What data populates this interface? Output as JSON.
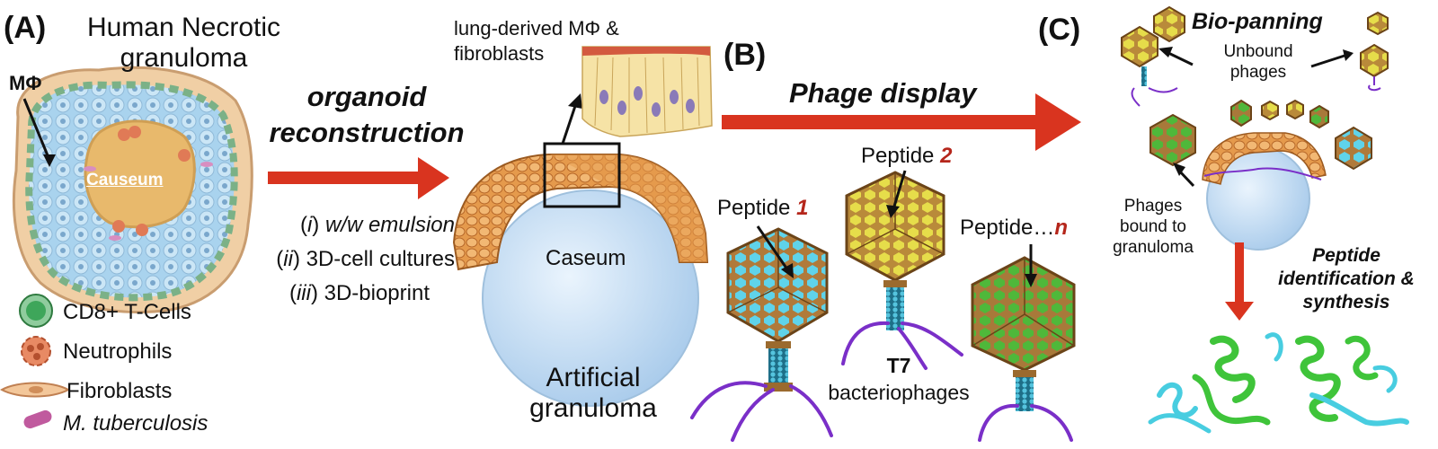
{
  "panel_a": {
    "label": "(A)",
    "title_line1": "Human Necrotic",
    "title_line2": "granuloma",
    "mphi_label": "MΦ",
    "causeum_label": "Causeum",
    "legend": [
      {
        "name": "CD8+ T-Cells",
        "icon": "cd8-t-cell-icon"
      },
      {
        "name": "Neutrophils",
        "icon": "neutrophil-icon"
      },
      {
        "name": "Fibroblasts",
        "icon": "fibroblast-icon"
      },
      {
        "name": "M. tuberculosis",
        "icon": "m-tuberculosis-icon"
      }
    ]
  },
  "arrow_organoid": {
    "line1": "organoid",
    "line2": "reconstruction",
    "methods": [
      {
        "num": "i",
        "text": "w/w emulsion"
      },
      {
        "num": "ii",
        "text": "3D-cell cultures"
      },
      {
        "num": "iii",
        "text": "3D-bioprint"
      }
    ]
  },
  "artificial": {
    "inset_label_line1": "lung-derived MΦ &",
    "inset_label_line2": "fibroblasts",
    "caseum_label": "Caseum",
    "title_line1": "Artificial",
    "title_line2": "granuloma"
  },
  "panel_b": {
    "label": "(B)",
    "arrow_label": "Phage display",
    "peptide_word": "Peptide",
    "peptide_1": "1",
    "peptide_2": "2",
    "peptide_n_prefix": "Peptide…",
    "peptide_n": "n",
    "phage_type": "T7",
    "phage_desc": "bacteriophages"
  },
  "panel_c": {
    "label": "(C)",
    "biopanning": "Bio-panning",
    "unbound_line1": "Unbound",
    "unbound_line2": "phages",
    "bound_line1": "Phages",
    "bound_line2": "bound to",
    "bound_line3": "granuloma",
    "peptide_id_line1": "Peptide",
    "peptide_id_line2": "identification &",
    "peptide_id_line3": "synthesis"
  },
  "colors": {
    "arrow_red": "#d9341f",
    "caseum_blue": "#cfe4f7",
    "granuloma_tissue": "#e8c9a0",
    "phage_capsid": "#c98a3c",
    "peptide_cyan": "#5fd3ea",
    "peptide_yellow": "#e8e04a",
    "peptide_green": "#4fb83a",
    "tail_purple": "#7a2fc8",
    "protein_green": "#3fc43a",
    "protein_cyan": "#48cde0"
  }
}
